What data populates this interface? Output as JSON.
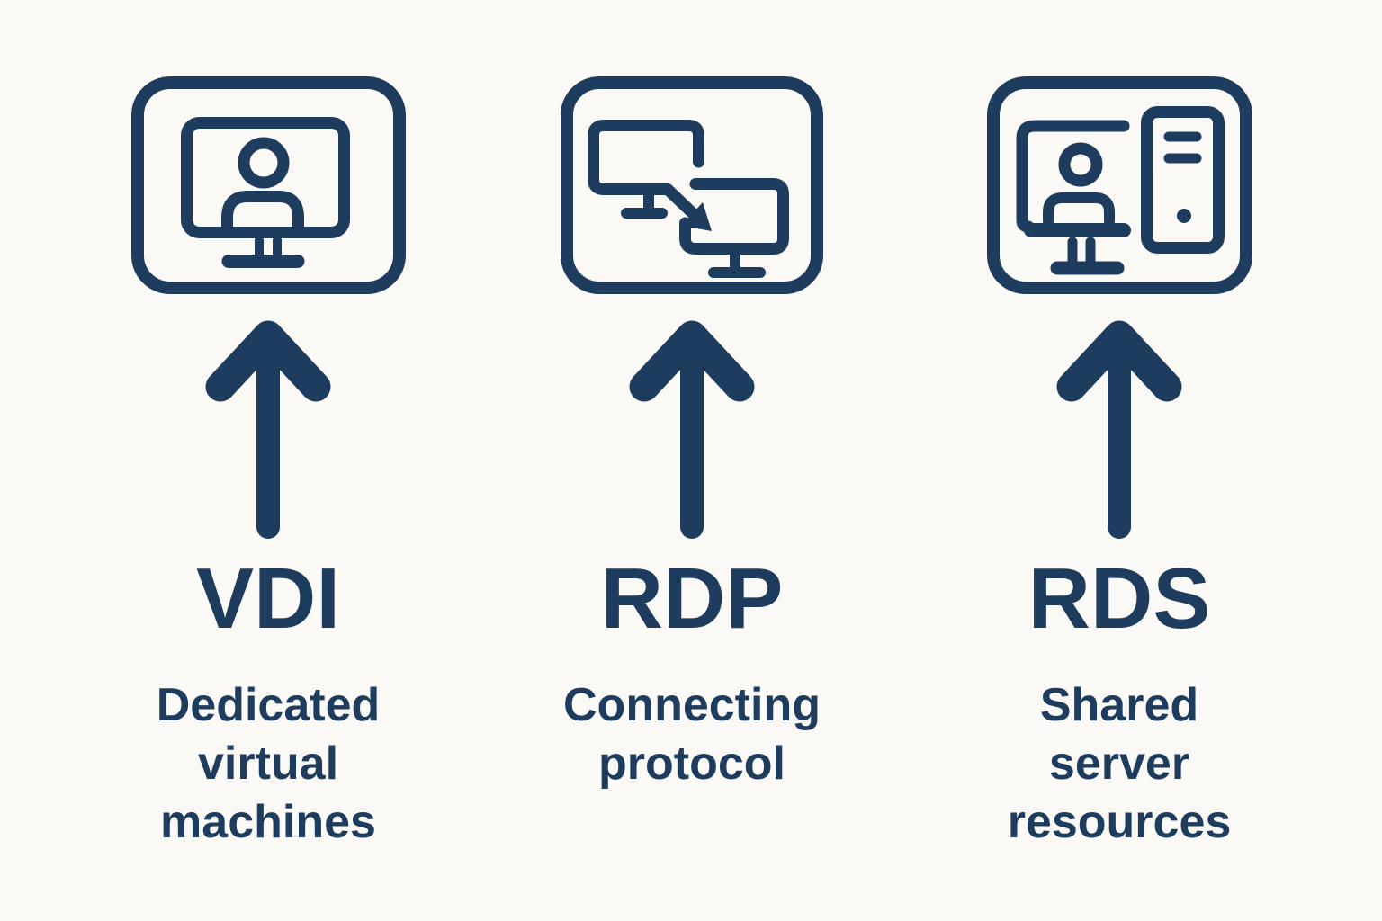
{
  "colors": {
    "ink": "#1e3c5e",
    "background": "#faf9f6"
  },
  "columns": [
    {
      "icon": "desktop-user-icon",
      "acronym": "VDI",
      "description": "Dedicated\nvirtual\nmachines"
    },
    {
      "icon": "remote-connection-icon",
      "acronym": "RDP",
      "description": "Connecting\nprotocol"
    },
    {
      "icon": "desktop-server-icon",
      "acronym": "RDS",
      "description": "Shared\nserver\nresources"
    }
  ],
  "arrow_icon": "up-arrow-icon"
}
